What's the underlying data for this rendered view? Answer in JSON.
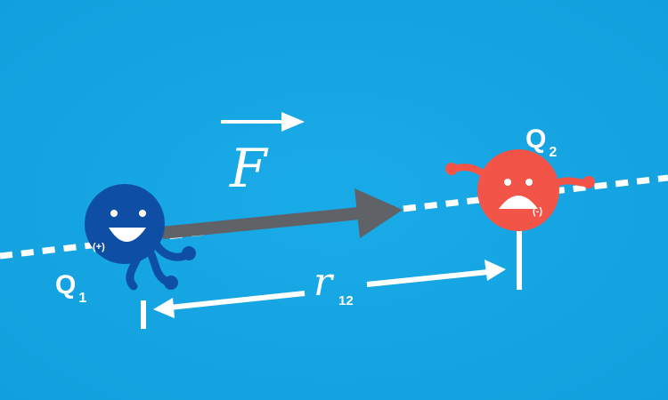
{
  "charges": {
    "q1": {
      "symbol": "Q",
      "subscript": "1",
      "sign": "(+)",
      "color": "#0e4fa5",
      "mood": "happy"
    },
    "q2": {
      "symbol": "Q",
      "subscript": "2",
      "sign": "(-)",
      "color": "#f25548",
      "mood": "sad"
    }
  },
  "force": {
    "symbol": "F",
    "vector_arrow": true,
    "arrow_color": "#5f6266"
  },
  "distance": {
    "symbol": "r",
    "subscript": "12"
  },
  "colors": {
    "background": "#16a6e4",
    "line": "#ffffff"
  }
}
